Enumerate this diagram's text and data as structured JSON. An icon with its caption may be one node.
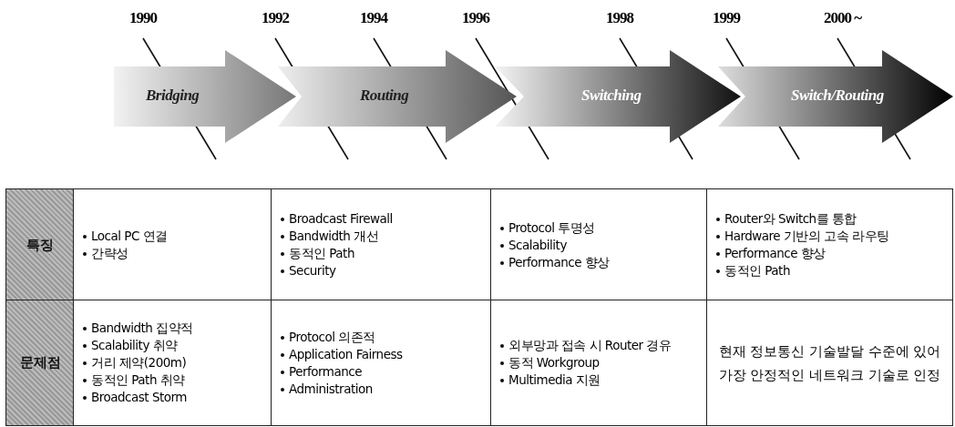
{
  "diagram": {
    "nodes": [
      {
        "text": [
          "Bridging"
        ]
      },
      {
        "text": [
          "Routing"
        ]
      },
      {
        "text": [
          "Switching"
        ]
      },
      {
        "text": [
          "Switch/Routing"
        ]
      },
      {
        "text": [
          "특징"
        ]
      },
      {
        "text": [
          "Local PC 연결",
          "간략성"
        ]
      },
      {
        "text": [
          "Broadcast Firewall",
          "Bandwidth 개선",
          "동적인 Path",
          "Security"
        ]
      },
      {
        "text": [
          "Protocol 투명성",
          "Scalability",
          "Performance 향상"
        ]
      },
      {
        "text": [
          "Router와 Switch를 통합",
          "Hardware 기반의 고속 라우팅",
          "Performance 향상",
          "동적인 Path"
        ]
      },
      {
        "text": [
          "문제점"
        ]
      },
      {
        "text": [
          "Bandwidth 집약적",
          "Scalability 취약",
          "거리 제약(200m)",
          "동적인 Path 취약",
          "Broadcast Storm"
        ]
      },
      {
        "text": [
          "Protocol 의존적",
          "Application Fairness",
          "Performance",
          "Administration"
        ]
      },
      {
        "text": [
          "외부망과 접속 시 Router 경유",
          "동적 Workgroup",
          "Multimedia 지원"
        ]
      },
      {
        "text": [
          "현재 정보통신 기술발달 수준에 있어 가장 안정적인 네트워크 기술로 인정"
        ]
      }
    ],
    "labels": [
      "1990",
      "1992",
      "1994",
      "1996",
      "1998",
      "1999",
      "2000 ~"
    ]
  }
}
